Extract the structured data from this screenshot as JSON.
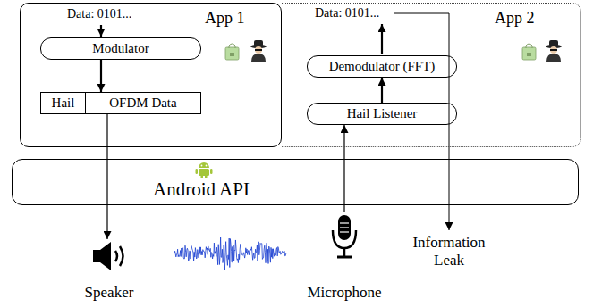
{
  "diagram": {
    "nodes": [
      {
        "text": [
          "App 1"
        ]
      },
      {
        "text": [
          "Modulator"
        ],
        "in": 0
      },
      {
        "text": [
          "Hail"
        ],
        "in": 0
      },
      {
        "text": [
          "OFDM Data"
        ],
        "in": 0
      },
      {
        "text": [
          "App 2"
        ]
      },
      {
        "text": [
          "Demodulator (FFT)"
        ],
        "in": 4
      },
      {
        "text": [
          "Hail Listener"
        ],
        "in": 4
      },
      {
        "text": [
          "Android API"
        ]
      },
      {
        "text": [
          "Speaker"
        ]
      },
      {
        "text": [
          "Microphone"
        ]
      }
    ],
    "edges": [
      {
        "from": 1,
        "to": 3,
        "arrow": "to"
      },
      {
        "from": 3,
        "to": 8,
        "arrow": "to"
      },
      {
        "from": 9,
        "to": 6,
        "arrow": "to"
      },
      {
        "from": 6,
        "to": 5,
        "arrow": "to"
      }
    ],
    "labels": [
      "Data: 0101...",
      "Data: 0101...",
      "Information Leak"
    ]
  }
}
